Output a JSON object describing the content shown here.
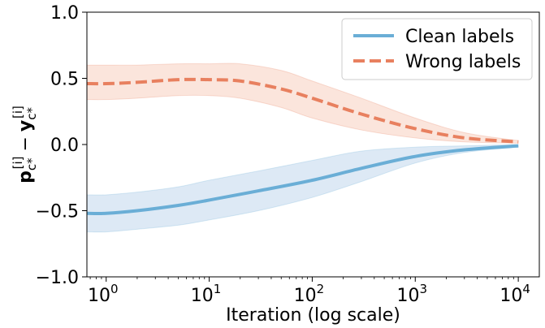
{
  "chart_data": {
    "type": "line",
    "xlabel": "Iteration (log scale)",
    "ylabel_main": "p",
    "ylabel_main_sup": "[i]",
    "ylabel_main_sub": "c*",
    "ylabel_op": "−",
    "ylabel_second": "y",
    "ylabel_second_sup": "[i]",
    "ylabel_second_sub": "c*",
    "x_scale": "log",
    "xlim": [
      0.65,
      16000
    ],
    "ylim": [
      -1.0,
      1.0
    ],
    "grid": false,
    "legend_position": "top-right",
    "xticks": [
      {
        "value": 1,
        "base": "10",
        "exp": "0"
      },
      {
        "value": 10,
        "base": "10",
        "exp": "1"
      },
      {
        "value": 100,
        "base": "10",
        "exp": "2"
      },
      {
        "value": 1000,
        "base": "10",
        "exp": "3"
      },
      {
        "value": 10000,
        "base": "10",
        "exp": "4"
      }
    ],
    "yticks": [
      {
        "value": 1.0,
        "label": "1.0"
      },
      {
        "value": 0.5,
        "label": "0.5"
      },
      {
        "value": 0.0,
        "label": "0.0"
      },
      {
        "value": -0.5,
        "label": "−0.5"
      },
      {
        "value": -1.0,
        "label": "−1.0"
      }
    ],
    "series": [
      {
        "name": "Clean labels",
        "color": "#6aaed6",
        "band_color": "#c6dbef",
        "dash": "solid",
        "x": [
          0.65,
          1,
          2,
          5,
          10,
          30,
          100,
          300,
          1000,
          3000,
          10000
        ],
        "y": [
          -0.52,
          -0.52,
          -0.5,
          -0.46,
          -0.42,
          -0.35,
          -0.27,
          -0.18,
          -0.09,
          -0.04,
          -0.01
        ],
        "lower": [
          -0.66,
          -0.66,
          -0.64,
          -0.61,
          -0.57,
          -0.5,
          -0.4,
          -0.28,
          -0.14,
          -0.06,
          -0.02
        ],
        "upper": [
          -0.38,
          -0.38,
          -0.36,
          -0.32,
          -0.27,
          -0.2,
          -0.12,
          -0.05,
          -0.02,
          -0.01,
          0.0
        ]
      },
      {
        "name": "Wrong labels",
        "color": "#e8805f",
        "band_color": "#f9d3c4",
        "dash": "dashed",
        "x": [
          0.65,
          1,
          2,
          5,
          10,
          20,
          50,
          100,
          300,
          1000,
          3000,
          10000
        ],
        "y": [
          0.46,
          0.46,
          0.47,
          0.49,
          0.49,
          0.48,
          0.42,
          0.35,
          0.23,
          0.12,
          0.05,
          0.02
        ],
        "lower": [
          0.34,
          0.34,
          0.35,
          0.37,
          0.37,
          0.35,
          0.28,
          0.2,
          0.11,
          0.05,
          0.02,
          0.01
        ],
        "upper": [
          0.6,
          0.6,
          0.6,
          0.61,
          0.61,
          0.61,
          0.56,
          0.48,
          0.35,
          0.2,
          0.09,
          0.03
        ]
      }
    ]
  }
}
